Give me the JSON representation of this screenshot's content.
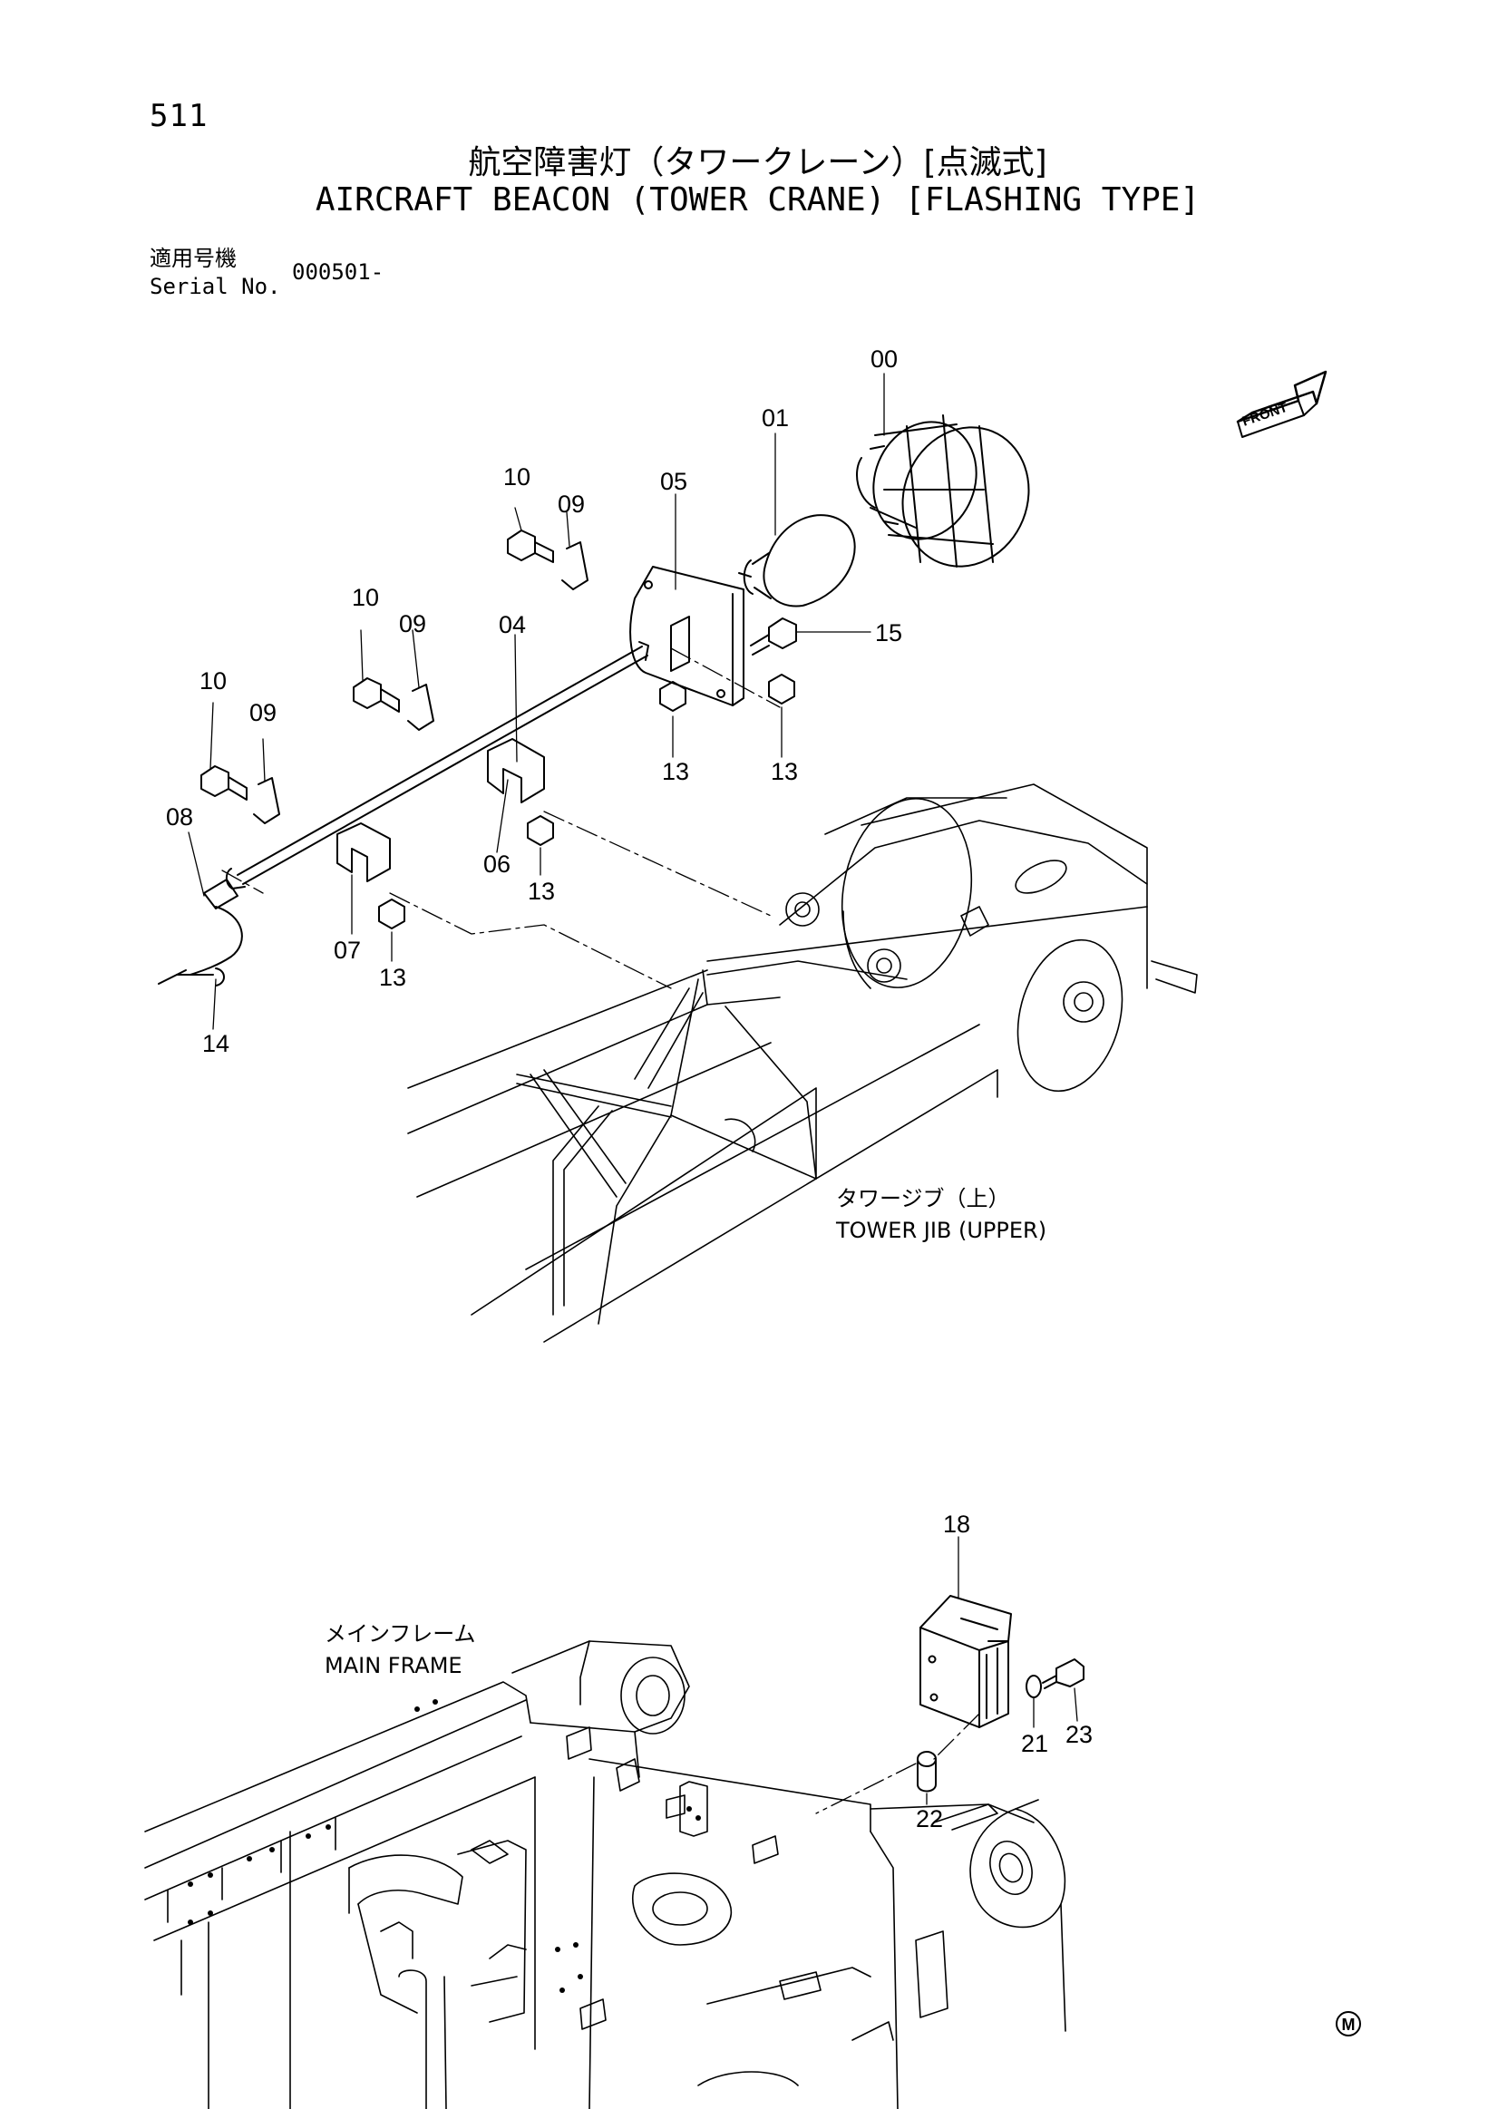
{
  "page_number": "511",
  "title_ja": "航空障害灯（タワークレーン）[点滅式]",
  "title_en": "AIRCRAFT BEACON (TOWER CRANE) [FLASHING TYPE]",
  "serial": {
    "label_ja": "適用号機",
    "label_en": "Serial No.",
    "value": "000501-"
  },
  "front_marker": "FRONT",
  "upper_parts": [
    {
      "no": "00"
    },
    {
      "no": "01"
    },
    {
      "no": "05"
    },
    {
      "no": "10"
    },
    {
      "no": "09"
    },
    {
      "no": "10"
    },
    {
      "no": "09"
    },
    {
      "no": "04"
    },
    {
      "no": "10"
    },
    {
      "no": "09"
    },
    {
      "no": "08"
    },
    {
      "no": "14"
    },
    {
      "no": "07"
    },
    {
      "no": "13"
    },
    {
      "no": "06"
    },
    {
      "no": "13"
    },
    {
      "no": "13"
    },
    {
      "no": "13"
    },
    {
      "no": "15"
    }
  ],
  "lower_parts": [
    {
      "no": "18"
    },
    {
      "no": "21"
    },
    {
      "no": "22"
    },
    {
      "no": "23"
    }
  ],
  "labels": {
    "tower_jib_ja": "タワージブ（上）",
    "tower_jib_en": "TOWER JIB (UPPER)",
    "main_frame_ja": "メインフレーム",
    "main_frame_en": "MAIN FRAME"
  },
  "corner_mark": "M"
}
